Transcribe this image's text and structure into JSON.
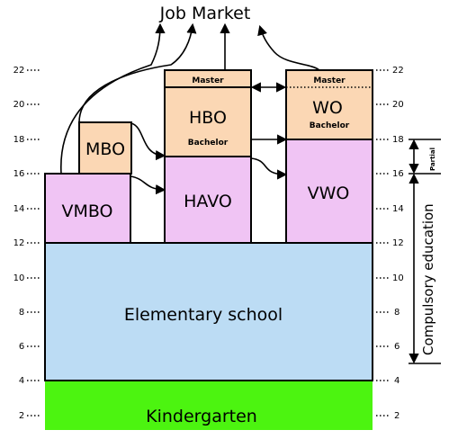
{
  "title": "Job Market",
  "colors": {
    "pink": "#f0c4f4",
    "peach": "#fbd7b4",
    "blue": "#bcdcf4",
    "green": "#4cf410",
    "line": "#000000"
  },
  "ages": [
    "2",
    "4",
    "6",
    "8",
    "10",
    "12",
    "14",
    "16",
    "18",
    "20",
    "22"
  ],
  "blocks": {
    "vmbo": "VMBO",
    "mbo": "MBO",
    "hbo": "HBO",
    "hbo_bachelor": "Bachelor",
    "hbo_master": "Master",
    "havo": "HAVO",
    "wo": "WO",
    "wo_bachelor": "Bachelor",
    "wo_master": "Master",
    "vwo": "VWO",
    "elementary": "Elementary school",
    "kindergarten": "Kindergarten"
  },
  "compulsory": {
    "label": "Compulsory education",
    "partial": "Partial"
  }
}
